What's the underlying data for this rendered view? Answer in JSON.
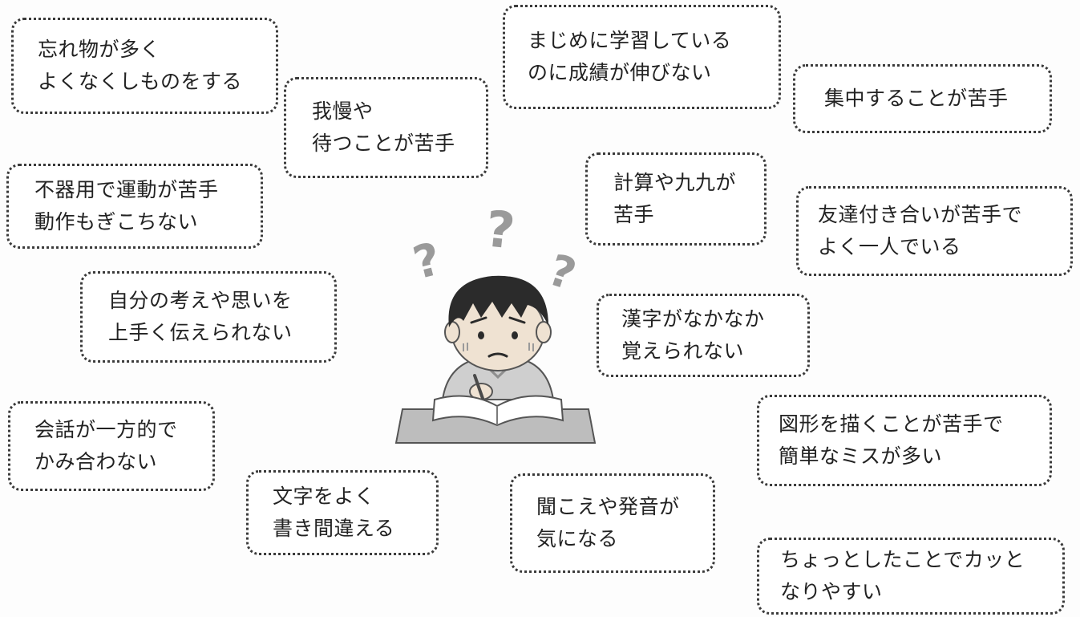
{
  "bubbles": [
    {
      "id": "forgetful",
      "lines": [
        "忘れ物が多く",
        "よくなくしものをする"
      ]
    },
    {
      "id": "patience",
      "lines": [
        "我慢や",
        "待つことが苦手"
      ]
    },
    {
      "id": "grades",
      "lines": [
        "まじめに学習している",
        "のに成績が伸びない"
      ]
    },
    {
      "id": "concentration",
      "lines": [
        "集中することが苦手"
      ]
    },
    {
      "id": "clumsy",
      "lines": [
        "不器用で運動が苦手",
        "動作もぎこちない"
      ]
    },
    {
      "id": "arithmetic",
      "lines": [
        "計算や九九が",
        "苦手"
      ]
    },
    {
      "id": "friends",
      "lines": [
        "友達付き合いが苦手で",
        "よく一人でいる"
      ]
    },
    {
      "id": "expression",
      "lines": [
        "自分の考えや思いを",
        "上手く伝えられない"
      ]
    },
    {
      "id": "kanji",
      "lines": [
        "漢字がなかなか",
        "覚えられない"
      ]
    },
    {
      "id": "conversation",
      "lines": [
        "会話が一方的で",
        "かみ合わない"
      ]
    },
    {
      "id": "shapes",
      "lines": [
        "図形を描くことが苦手で",
        "簡単なミスが多い"
      ]
    },
    {
      "id": "writing",
      "lines": [
        "文字をよく",
        "書き間違える"
      ]
    },
    {
      "id": "hearing",
      "lines": [
        "聞こえや発音が",
        "気になる"
      ]
    },
    {
      "id": "temper",
      "lines": [
        "ちょっとしたことでカッと",
        "なりやすい"
      ]
    }
  ],
  "illustration": {
    "subject": "confused-student-at-desk",
    "question_marks": [
      "?",
      "?",
      "?"
    ],
    "colors": {
      "hair": "#2b2b2b",
      "skin": "#efe2d2",
      "shirt": "#cfcfcf",
      "desk": "#bdbdbd",
      "book": "#ffffff",
      "question": "#9a9a9a"
    }
  }
}
